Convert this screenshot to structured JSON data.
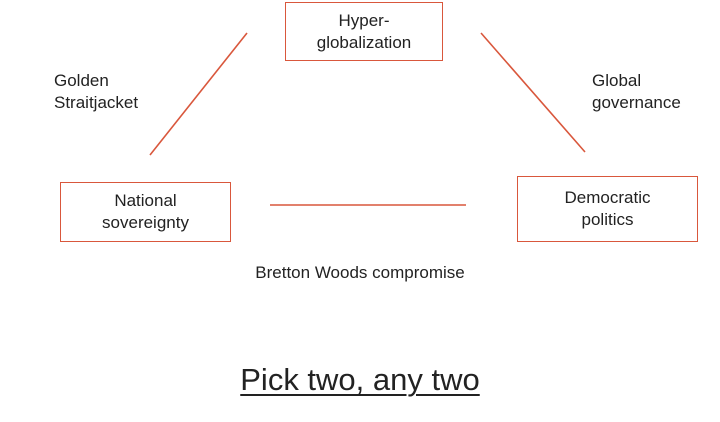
{
  "nodes": {
    "top": "Hyper-\nglobalization",
    "left": "National\nsovereignty",
    "right": "Democratic\npolitics"
  },
  "edges": {
    "left": "Golden\nStraitjacket",
    "right": "Global\ngovernance",
    "bottom": "Bretton Woods compromise"
  },
  "tagline": "Pick two, any two",
  "colors": {
    "accent": "#d9573c",
    "text": "#222222"
  }
}
